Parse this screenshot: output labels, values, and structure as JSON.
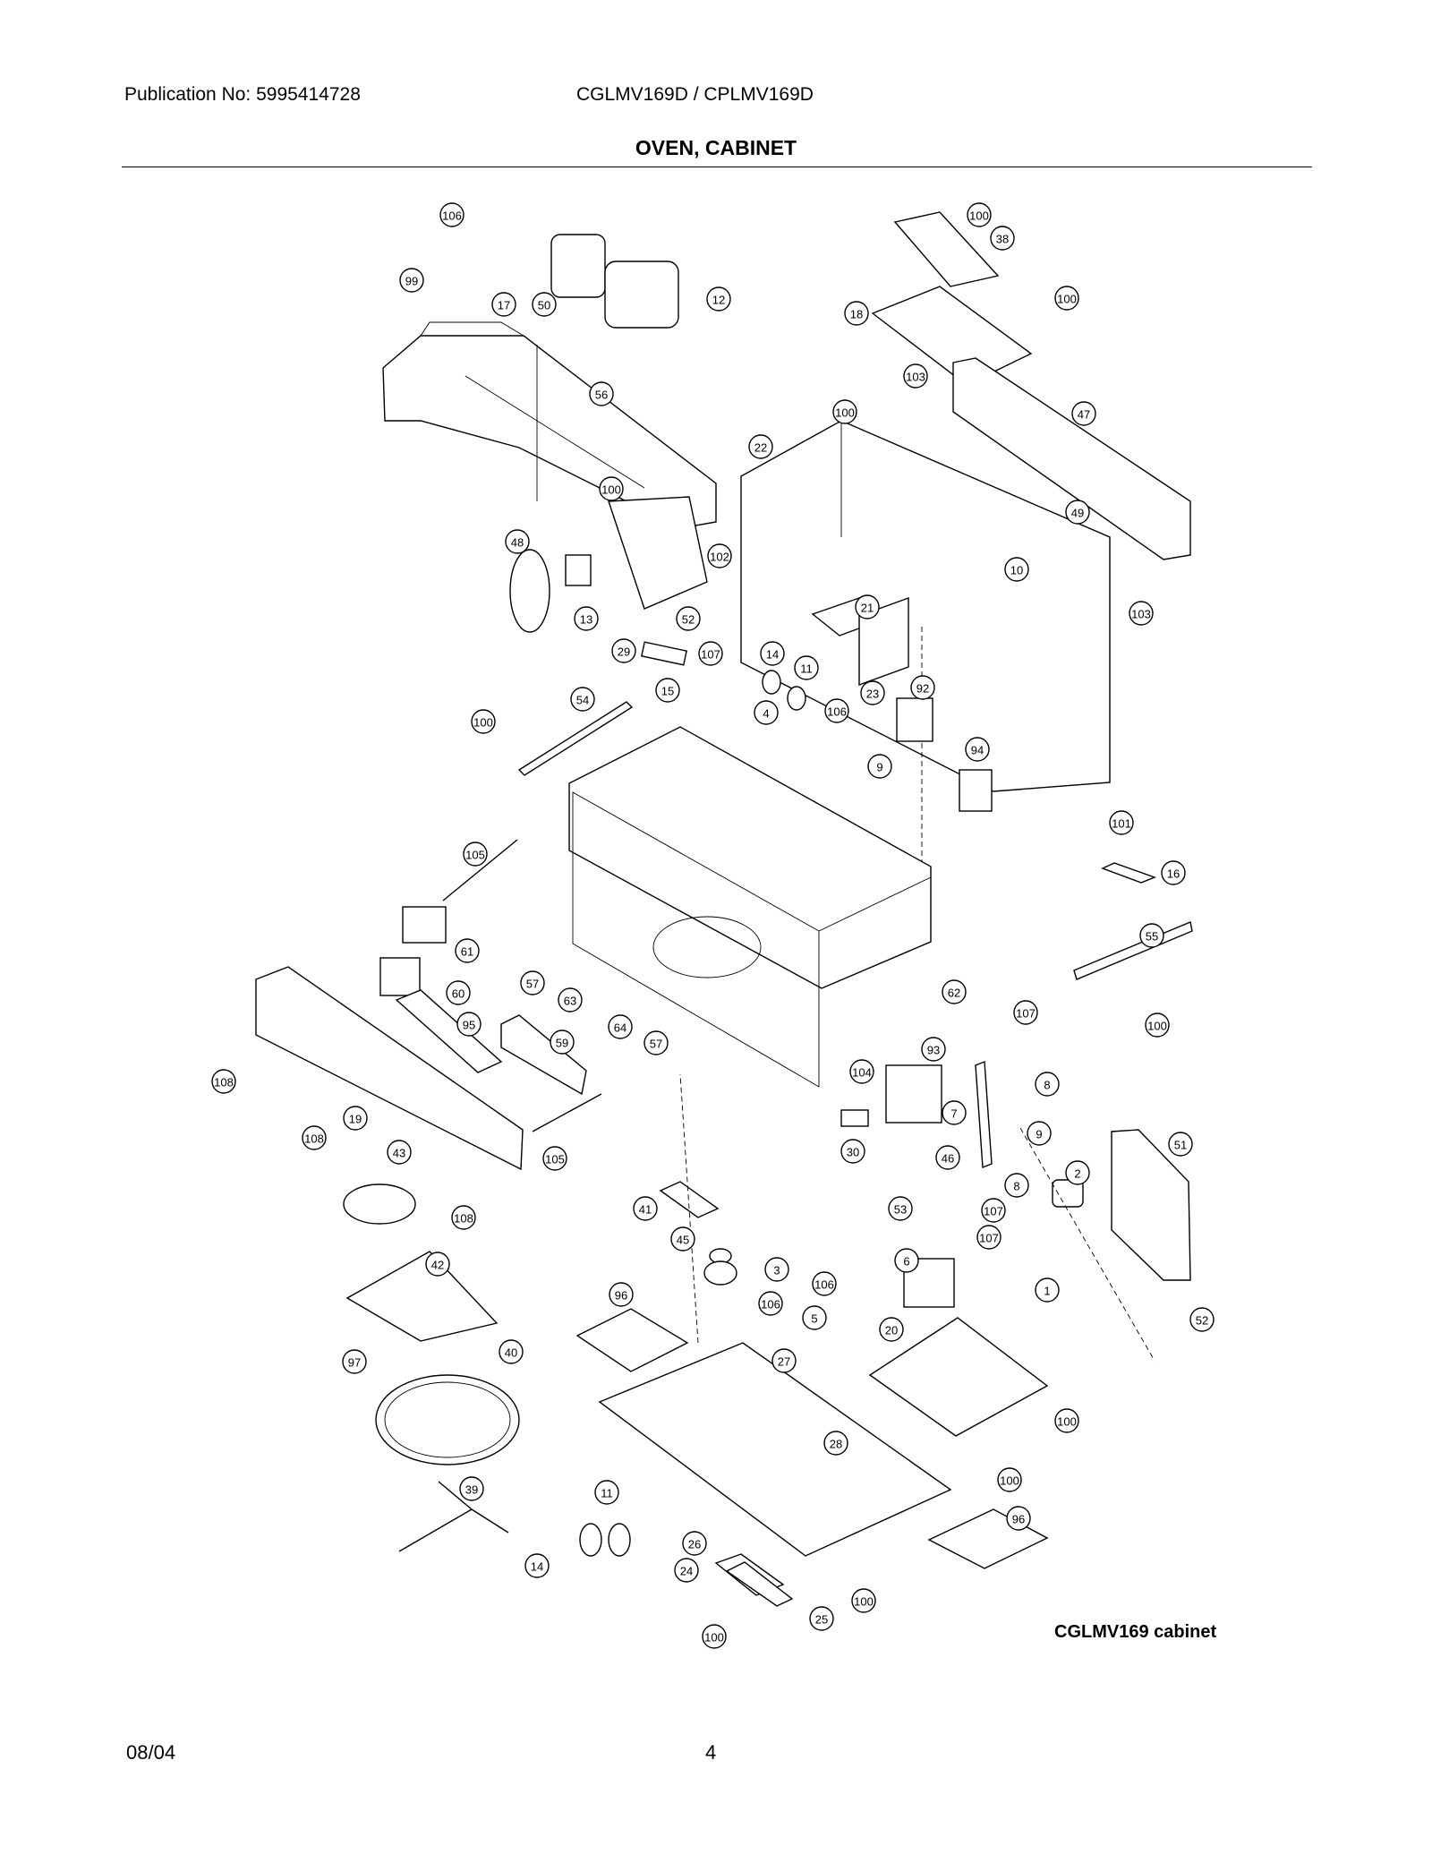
{
  "header": {
    "publication": "Publication No: 5995414728",
    "models": "CGLMV169D / CPLMV169D"
  },
  "title": "OVEN, CABINET",
  "caption": "CGLMV169 cabinet",
  "footer": {
    "date": "08/04",
    "page": "4"
  },
  "callouts": [
    "106",
    "99",
    "17",
    "50",
    "12",
    "100",
    "38",
    "18",
    "100",
    "56",
    "103",
    "100",
    "47",
    "22",
    "100",
    "48",
    "102",
    "49",
    "10",
    "13",
    "52",
    "103",
    "21",
    "29",
    "107",
    "14",
    "11",
    "15",
    "4",
    "106",
    "23",
    "92",
    "54",
    "100",
    "9",
    "94",
    "101",
    "16",
    "105",
    "55",
    "61",
    "57",
    "63",
    "60",
    "62",
    "107",
    "64",
    "57",
    "100",
    "95",
    "59",
    "93",
    "8",
    "108",
    "104",
    "7",
    "19",
    "108",
    "30",
    "46",
    "9",
    "105",
    "43",
    "8",
    "51",
    "2",
    "108",
    "53",
    "107",
    "41",
    "45",
    "107",
    "3",
    "6",
    "42",
    "106",
    "1",
    "96",
    "5",
    "106",
    "20",
    "52",
    "97",
    "40",
    "27",
    "100",
    "28",
    "39",
    "100",
    "11",
    "96",
    "26",
    "14",
    "24",
    "100",
    "25",
    "100"
  ]
}
